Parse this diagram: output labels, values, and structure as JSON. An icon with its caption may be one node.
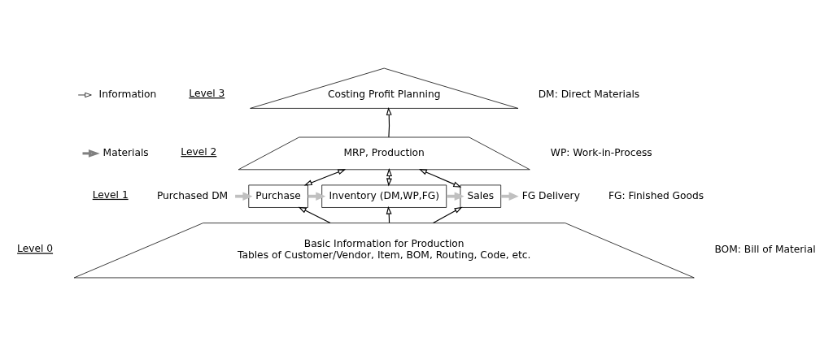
{
  "diagram": {
    "nodes": [
      {
        "text": [
          "Costing Profit Planning"
        ]
      },
      {
        "text": [
          "MRP, Production"
        ]
      },
      {
        "text": [
          "Purchased DM"
        ]
      },
      {
        "text": [
          "Purchase"
        ]
      },
      {
        "text": [
          "Inventory (DM,WP,FG)"
        ]
      },
      {
        "text": [
          "Sales"
        ]
      },
      {
        "text": [
          "FG Delivery"
        ]
      },
      {
        "text": [
          "Basic Information for Production",
          "Tables of Customer/Vendor, Item, BOM, Routing, Code, etc."
        ]
      }
    ],
    "edges": [
      {
        "from": 1,
        "to": 0,
        "arrow": "to"
      },
      {
        "from": 1,
        "to": 3,
        "arrow": "both"
      },
      {
        "from": 1,
        "to": 4,
        "arrow": "both"
      },
      {
        "from": 1,
        "to": 5,
        "arrow": "both"
      },
      {
        "from": 2,
        "to": 3,
        "arrow": "to",
        "style": "thick",
        "color": "#c0c0c0"
      },
      {
        "from": 3,
        "to": 4,
        "arrow": "to",
        "style": "thick",
        "color": "#c0c0c0"
      },
      {
        "from": 4,
        "to": 5,
        "arrow": "to",
        "style": "thick",
        "color": "#c0c0c0"
      },
      {
        "from": 5,
        "to": 6,
        "arrow": "to",
        "style": "thick",
        "color": "#c0c0c0"
      },
      {
        "from": 7,
        "to": 3,
        "arrow": "to"
      },
      {
        "from": 7,
        "to": 4,
        "arrow": "to"
      },
      {
        "from": 7,
        "to": 5,
        "arrow": "to"
      }
    ],
    "labels": [
      "DM: Direct Materials",
      "WP: Work-in-Process",
      "FG: Finished Goods",
      "BOM: Bill of Material",
      "Level 3",
      "Level 2",
      "Level 1",
      "Level 0"
    ],
    "legend": [
      {
        "text": "Information"
      },
      {
        "text": "Materials"
      }
    ]
  }
}
